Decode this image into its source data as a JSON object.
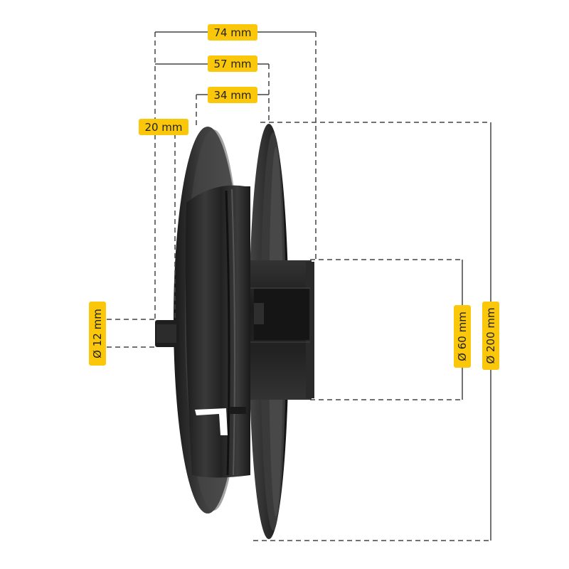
{
  "product": "roller shutter belt reel / pulley",
  "dimensions": {
    "overall_length": "74 mm",
    "flange_to_flange_outer": "57 mm",
    "belt_groove_width": "34 mm",
    "axle_length": "20 mm",
    "axle_diameter": "Ø 12 mm",
    "hub_diameter": "Ø 60 mm",
    "flange_diameter": "Ø 200 mm"
  },
  "colors": {
    "label_background": "#fbc70a",
    "label_text": "#222222",
    "dimension_lines": "#444444",
    "reel_body": "#2b2b2b",
    "background": "#ffffff"
  }
}
